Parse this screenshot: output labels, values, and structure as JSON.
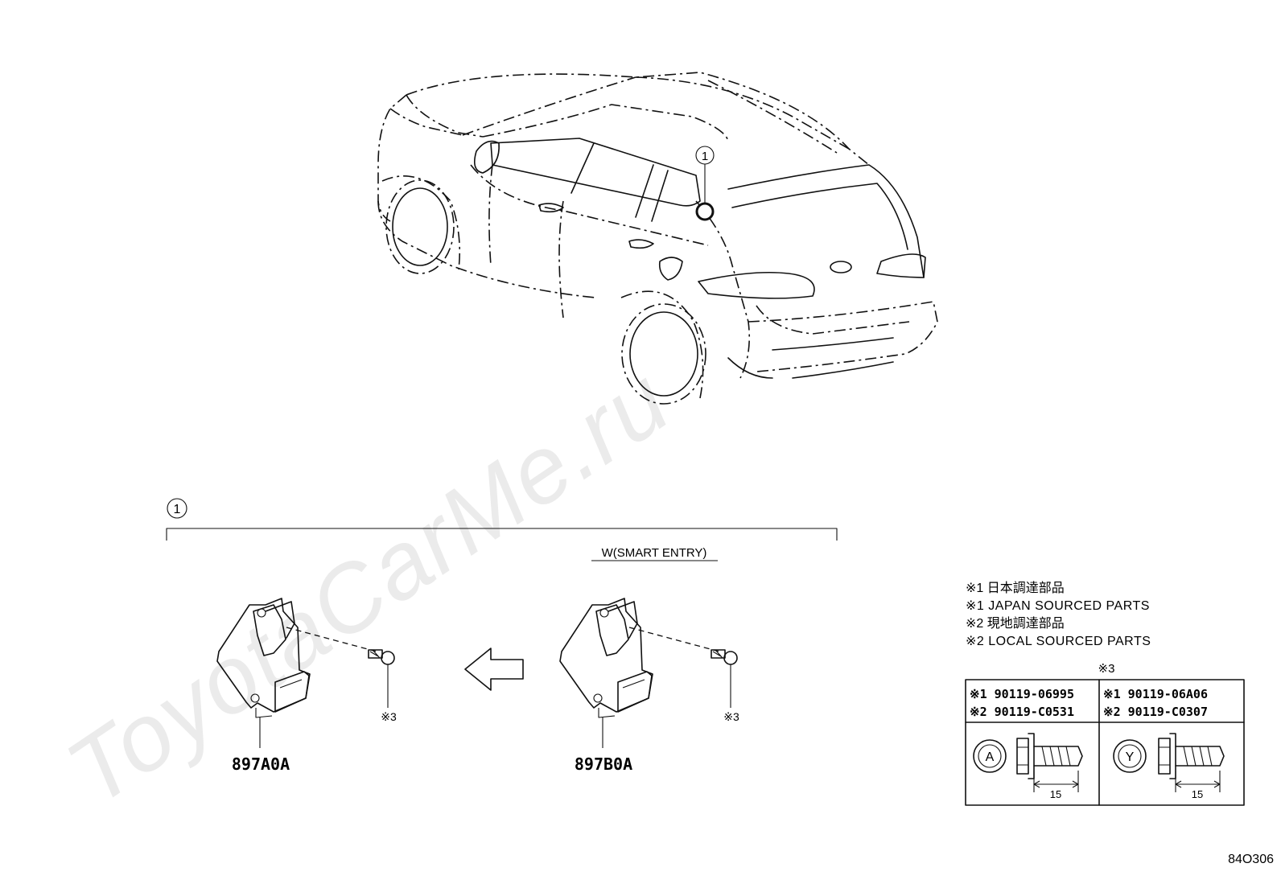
{
  "watermark": "ToyotaCarMe.ru",
  "callout_number": "1",
  "group_label": "W(SMART ENTRY)",
  "parts": {
    "old_part": "897A0A",
    "new_part": "897B0A",
    "bolt_ref_left": "※3",
    "bolt_ref_right": "※3"
  },
  "legend": {
    "lines": [
      "※1 日本調達部品",
      "※1 JAPAN SOURCED PARTS",
      "※2 現地調達部品",
      "※2 LOCAL SOURCED PARTS"
    ]
  },
  "bolt_table": {
    "title": "※3",
    "col_a": {
      "line1": "※1 90119-06995",
      "line2": "※2 90119-C0531",
      "marking": "A",
      "dimension": "15"
    },
    "col_b": {
      "line1": "※1 90119-06A06",
      "line2": "※2 90119-C0307",
      "marking": "Y",
      "dimension": "15"
    }
  },
  "figure_code": "84O306"
}
